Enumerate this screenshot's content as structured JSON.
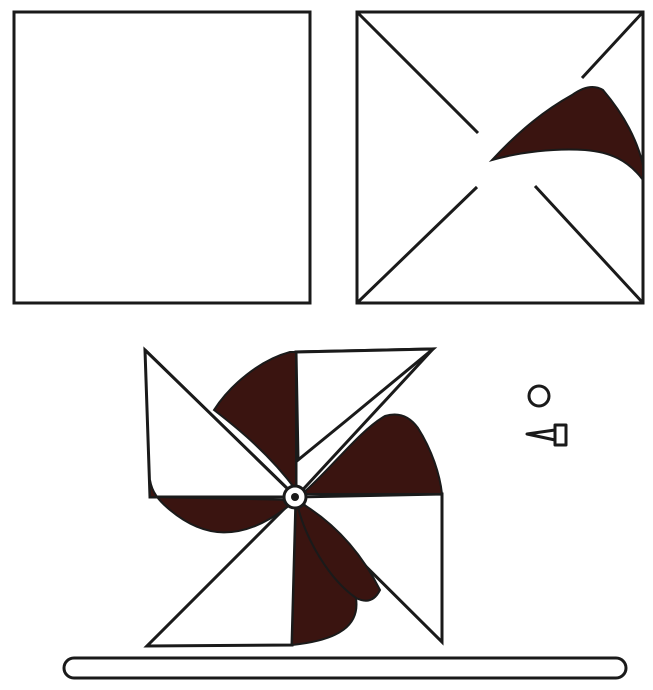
{
  "figure": {
    "colors": {
      "paper": "#ffffff",
      "line": "#1a1a1a",
      "fold": "#3a1410"
    },
    "steps": [
      {
        "name": "blank-square",
        "icon": "square-sheet-icon"
      },
      {
        "name": "cut-square",
        "icon": "diagonal-cuts-icon"
      },
      {
        "name": "pinwheel",
        "icon": "pinwheel-icon"
      }
    ],
    "parts": [
      {
        "name": "pin",
        "icon": "pin-icon"
      },
      {
        "name": "stick",
        "icon": "stick-icon"
      }
    ]
  }
}
